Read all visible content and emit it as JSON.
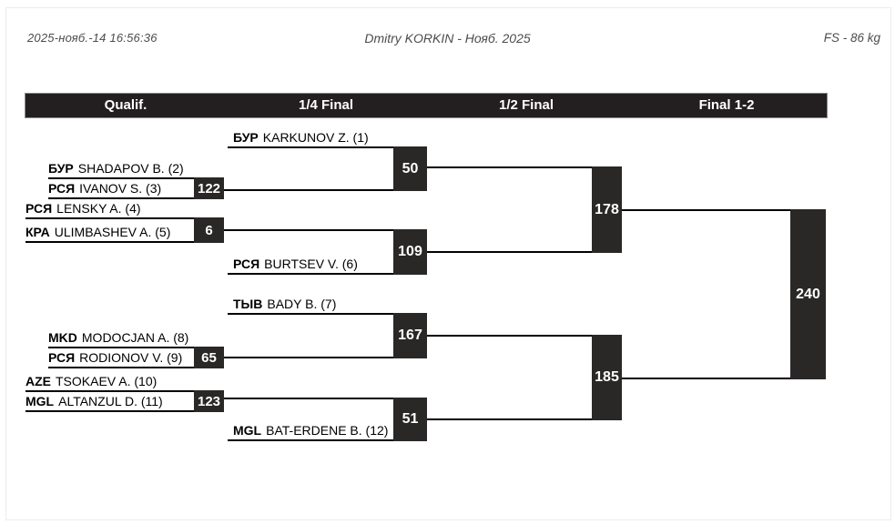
{
  "page": {
    "timestamp": "2025-нояб.-14 16:56:36",
    "title": "Dmitry KORKIN - Нояб. 2025",
    "weight_class": "FS - 86 kg"
  },
  "round_headers": [
    "Qualif.",
    "1/4 Final",
    "1/2 Final",
    "Final 1-2"
  ],
  "bracket": {
    "qualif": [
      {
        "number": "122",
        "top": {
          "code": "БУР",
          "name": "SHADAPOV B. (2)"
        },
        "bottom": {
          "code": "РСЯ",
          "name": "IVANOV S. (3)"
        }
      },
      {
        "number": "6",
        "top": {
          "code": "РСЯ",
          "name": "LENSKY A. (4)"
        },
        "bottom": {
          "code": "КРА",
          "name": "ULIMBASHEV A. (5)"
        }
      },
      {
        "number": "65",
        "top": {
          "code": "MKD",
          "name": "MODOCJAN A. (8)"
        },
        "bottom": {
          "code": "РСЯ",
          "name": "RODIONOV V. (9)"
        }
      },
      {
        "number": "123",
        "top": {
          "code": "AZE",
          "name": "TSOKAEV A. (10)"
        },
        "bottom": {
          "code": "MGL",
          "name": "ALTANZUL D. (11)"
        }
      }
    ],
    "quarterfinals": [
      {
        "number": "50",
        "player": {
          "code": "БУР",
          "name": "KARKUNOV Z. (1)"
        }
      },
      {
        "number": "109",
        "player": {
          "code": "РСЯ",
          "name": "BURTSEV V. (6)"
        }
      },
      {
        "number": "167",
        "player": {
          "code": "ТЫВ",
          "name": "BADY B. (7)"
        }
      },
      {
        "number": "51",
        "player": {
          "code": "MGL",
          "name": "BAT-ERDENE B. (12)"
        }
      }
    ],
    "semifinals": [
      {
        "number": "178"
      },
      {
        "number": "185"
      }
    ],
    "final": {
      "number": "240"
    }
  },
  "colors": {
    "match_box": "#2a2727",
    "header_bar": "#231f20",
    "bracket_line": "#000000",
    "header_text": "#4f4b4c"
  }
}
